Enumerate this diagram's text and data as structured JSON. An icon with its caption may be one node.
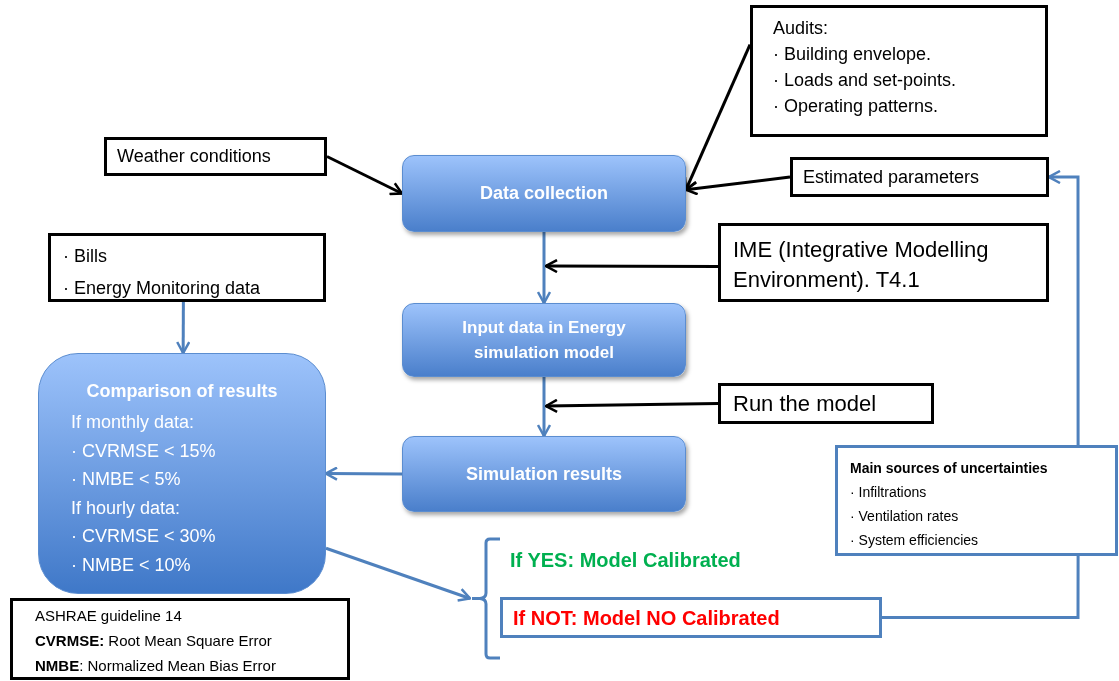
{
  "diagram": {
    "nodes": [
      {
        "text": [
          "Audits:",
          "· Building envelope.",
          "· Loads and set-points.",
          "· Operating patterns."
        ]
      },
      {
        "text": [
          "Weather conditions"
        ]
      },
      {
        "text": [
          "Data collection"
        ]
      },
      {
        "text": [
          "Estimated parameters"
        ]
      },
      {
        "text": [
          "· Bills",
          "· Energy Monitoring data"
        ]
      },
      {
        "text": [
          "IME (Integrative Modelling Environment). T4.1"
        ]
      },
      {
        "text": [
          "Input data in Energy simulation model"
        ]
      },
      {
        "text": [
          "Run the model"
        ]
      },
      {
        "text": [
          "Comparison of results",
          "If monthly data:",
          "· CVRMSE < 15%",
          "· NMBE < 5%",
          "If hourly data:",
          "· CVRMSE < 30%",
          "· NMBE < 10%"
        ]
      },
      {
        "text": [
          "Simulation results"
        ]
      },
      {
        "text": [
          "Main sources of uncertainties",
          "· Infiltrations",
          "· Ventilation rates",
          "· System efficiencies"
        ]
      },
      {
        "text": [],
        "shape": "bracket"
      },
      {
        "text": [
          "If NOT: Model NO Calibrated"
        ]
      },
      {
        "text": [
          "ASHRAE guideline 14",
          "**CVRMSE:** Root Mean Square Error",
          "**NMBE**: Normalized Mean Bias Error"
        ]
      }
    ],
    "edges": [
      {
        "from": 1,
        "to": 2,
        "arrow": "to",
        "color": "#000000"
      },
      {
        "from": 0,
        "to": 2,
        "arrow": "to",
        "color": "#000000"
      },
      {
        "from": 3,
        "to": 2,
        "arrow": "to",
        "color": "#000000"
      },
      {
        "from": 2,
        "to": 6,
        "arrow": "to"
      },
      {
        "from": 5,
        "to": null,
        "arrow": "to",
        "color": "#000000"
      },
      {
        "from": 6,
        "to": 9,
        "arrow": "to"
      },
      {
        "from": 7,
        "to": 9,
        "arrow": "to",
        "color": "#000000"
      },
      {
        "from": 9,
        "to": 8,
        "arrow": "to"
      },
      {
        "from": 4,
        "to": 8,
        "arrow": "to"
      },
      {
        "from": 8,
        "to": 11,
        "arrow": "to"
      },
      {
        "from": 12,
        "to": 10,
        "arrow": "none"
      },
      {
        "from": 10,
        "to": 3,
        "arrow": "to"
      }
    ],
    "labels": [
      "If YES: Model Calibrated"
    ]
  }
}
